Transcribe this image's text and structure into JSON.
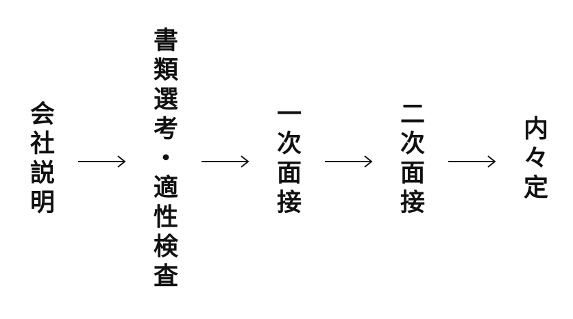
{
  "steps": [
    {
      "label": "会社説明"
    },
    {
      "label": "書類選考・適性検査"
    },
    {
      "label": "一次面接"
    },
    {
      "label": "二次面接"
    },
    {
      "label": "内々定"
    }
  ],
  "colors": {
    "text": "#111111",
    "arrow": "#111111"
  }
}
